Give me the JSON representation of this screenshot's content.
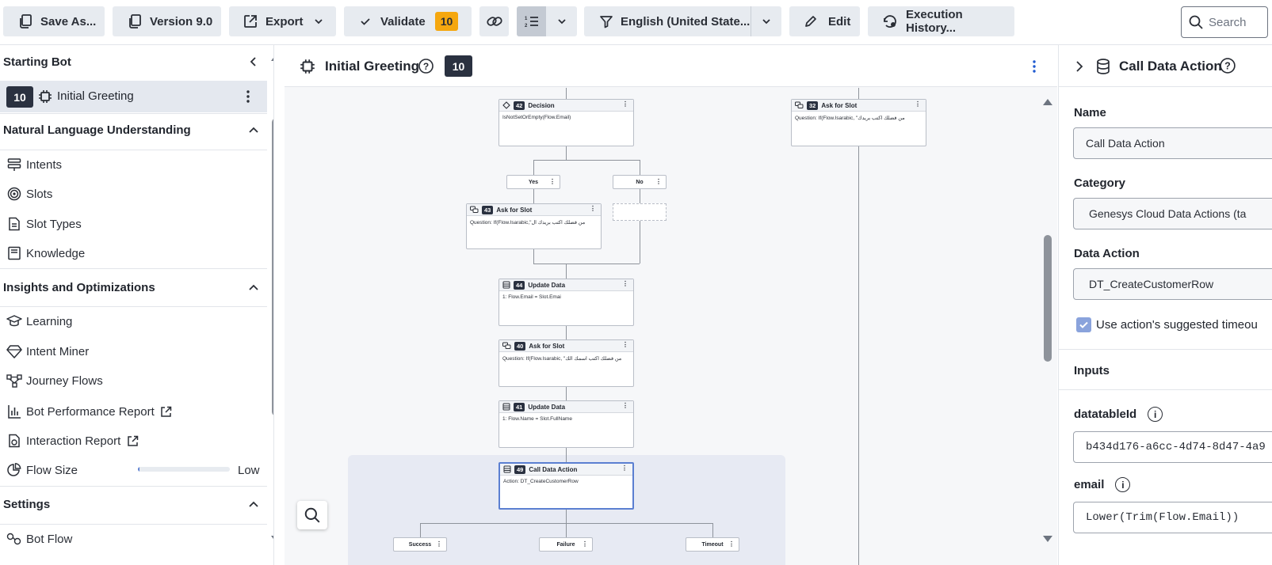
{
  "toolbar": {
    "save_as": "Save As...",
    "version": "Version 9.0",
    "export": "Export",
    "validate": "Validate",
    "validate_count": "10",
    "language": "English (United State...",
    "edit": "Edit",
    "execution_history": "Execution History...",
    "search_placeholder": "Search"
  },
  "sidebar": {
    "starting_bot": "Starting Bot",
    "selected_item": {
      "badge": "10",
      "label": "Initial Greeting"
    },
    "nlu_heading": "Natural Language Understanding",
    "nlu_items": [
      "Intents",
      "Slots",
      "Slot Types",
      "Knowledge"
    ],
    "insights_heading": "Insights and Optimizations",
    "insights_items": [
      "Learning",
      "Intent Miner",
      "Journey Flows",
      "Bot Performance Report",
      "Interaction Report"
    ],
    "flow_size_label": "Flow Size",
    "flow_size_value": "Low",
    "flow_size_level": 0.01,
    "settings_heading": "Settings",
    "settings_items": [
      "Bot Flow"
    ]
  },
  "canvas": {
    "title": "Initial Greeting",
    "badge": "10",
    "nodes": {
      "n42": {
        "num": "42",
        "title": "Decision",
        "body": "IsNotSetOrEmpty(Flow.Email)"
      },
      "n32": {
        "num": "32",
        "title": "Ask for Slot",
        "body": "Question: If(Flow.Isarabic, \"من فضلك اكتب بريدك"
      },
      "n43": {
        "num": "43",
        "title": "Ask for Slot",
        "body": "Question: If(Flow.Isarabic,\"من فضلك اكتب بريدك ال"
      },
      "n44": {
        "num": "44",
        "title": "Update Data",
        "body": "1: Flow.Email = Slot.Emai"
      },
      "n40": {
        "num": "40",
        "title": "Ask for Slot",
        "body": "Question: If(Flow.Isarabic, \"من فضلك اكتب اسمك الك"
      },
      "n41": {
        "num": "41",
        "title": "Update Data",
        "body": "1: Flow.Name = Slot.FullName"
      },
      "n49": {
        "num": "49",
        "title": "Call Data Action",
        "body": "Action: DT_CreateCustomerRow"
      }
    },
    "branches": {
      "yes": "Yes",
      "no": "No",
      "success": "Success",
      "failure": "Failure",
      "timeout": "Timeout"
    }
  },
  "panel": {
    "title": "Call Data Action",
    "name_label": "Name",
    "name_value": "Call Data Action",
    "category_label": "Category",
    "category_value": "Genesys Cloud Data Actions (ta",
    "data_action_label": "Data Action",
    "data_action_value": "DT_CreateCustomerRow",
    "timeout_checkbox": "Use action's suggested timeou",
    "inputs_heading": "Inputs",
    "datatableid_label": "datatableId",
    "datatableid_value": "b434d176-a6cc-4d74-8d47-4a9",
    "email_label": "email",
    "email_value": "Lower(Trim(Flow.Email))"
  },
  "colors": {
    "accent": "#5b7fd1",
    "warning": "#f5a70f",
    "dark_badge": "#2a3140"
  }
}
